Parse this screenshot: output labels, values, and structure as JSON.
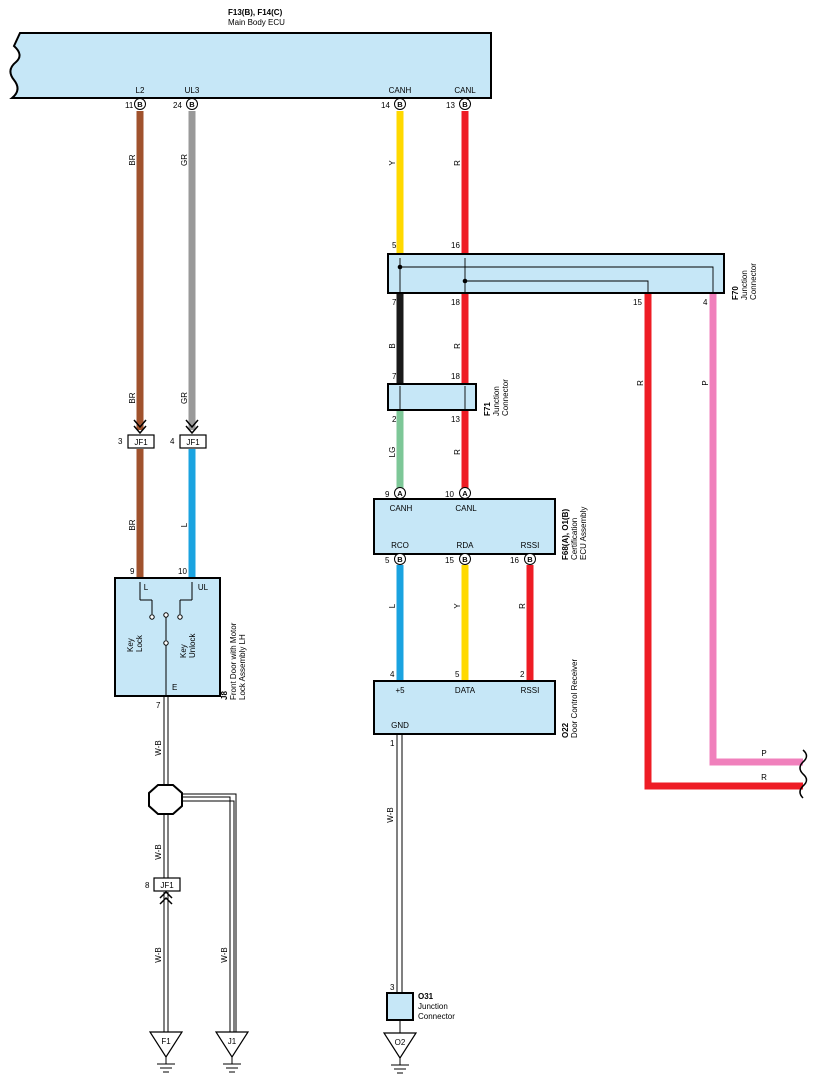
{
  "ecu": {
    "ref": "F13(B), F14(C)",
    "name": "Main Body ECU",
    "pins": [
      {
        "label": "L2",
        "num": "11",
        "conn": "B"
      },
      {
        "label": "UL3",
        "num": "24",
        "conn": "B"
      },
      {
        "label": "CANH",
        "num": "14",
        "conn": "B"
      },
      {
        "label": "CANL",
        "num": "13",
        "conn": "B"
      }
    ]
  },
  "wires": {
    "br": "BR",
    "gr": "GR",
    "y": "Y",
    "r": "R",
    "b": "B",
    "lg": "LG",
    "l": "L",
    "p": "P",
    "wb": "W-B"
  },
  "colors": {
    "brown": "#a0522d",
    "gray": "#999999",
    "yellow": "#ffd900",
    "red": "#ee1c25",
    "black": "#1a1a1a",
    "lightgreen": "#7dc797",
    "blue": "#1aa3e0",
    "pink": "#f080bc",
    "box": "#c6e7f7"
  },
  "jf1": {
    "label": "JF1",
    "pin3": "3",
    "pin4": "4",
    "pin8": "8"
  },
  "f70": {
    "ref": "F70",
    "name1": "Junction",
    "name2": "Connector",
    "pins": {
      "p5": "5",
      "p16": "16",
      "p7": "7",
      "p18": "18",
      "p15": "15",
      "p4": "4"
    }
  },
  "f71": {
    "ref": "F71",
    "name1": "Junction",
    "name2": "Connector",
    "pins": {
      "p7": "7",
      "p18": "18",
      "p2": "2",
      "p13": "13"
    }
  },
  "cert": {
    "ref": "F68(A), O1(B)",
    "name1": "Certification",
    "name2": "ECU Assembly",
    "top_pins": [
      {
        "num": "9",
        "conn": "A",
        "label": "CANH"
      },
      {
        "num": "10",
        "conn": "A",
        "label": "CANL"
      }
    ],
    "bottom_pins": [
      {
        "num": "5",
        "conn": "B",
        "label": "RCO"
      },
      {
        "num": "15",
        "conn": "B",
        "label": "RDA"
      },
      {
        "num": "16",
        "conn": "B",
        "label": "RSSI"
      }
    ]
  },
  "receiver": {
    "ref": "O22",
    "name": "Door Control Receiver",
    "pins": [
      {
        "num": "4",
        "label": "+5"
      },
      {
        "num": "5",
        "label": "DATA"
      },
      {
        "num": "2",
        "label": "RSSI"
      }
    ],
    "gnd_label": "GND",
    "gnd_num": "1"
  },
  "lock": {
    "ref": "J8",
    "name1": "Front Door with Motor",
    "name2": "Lock Assembly LH",
    "pin9": "9",
    "pin10": "10",
    "pin7": "7",
    "l": "L",
    "ul": "UL",
    "e": "E",
    "key_lock_1": "Key",
    "key_lock_2": "Lock",
    "key_unlock_1": "Key",
    "key_unlock_2": "Unlock"
  },
  "o31": {
    "ref": "O31",
    "name1": "Junction",
    "name2": "Connector",
    "pin": "3"
  },
  "grounds": {
    "f1": "F1",
    "j1": "J1",
    "o2": "O2"
  }
}
